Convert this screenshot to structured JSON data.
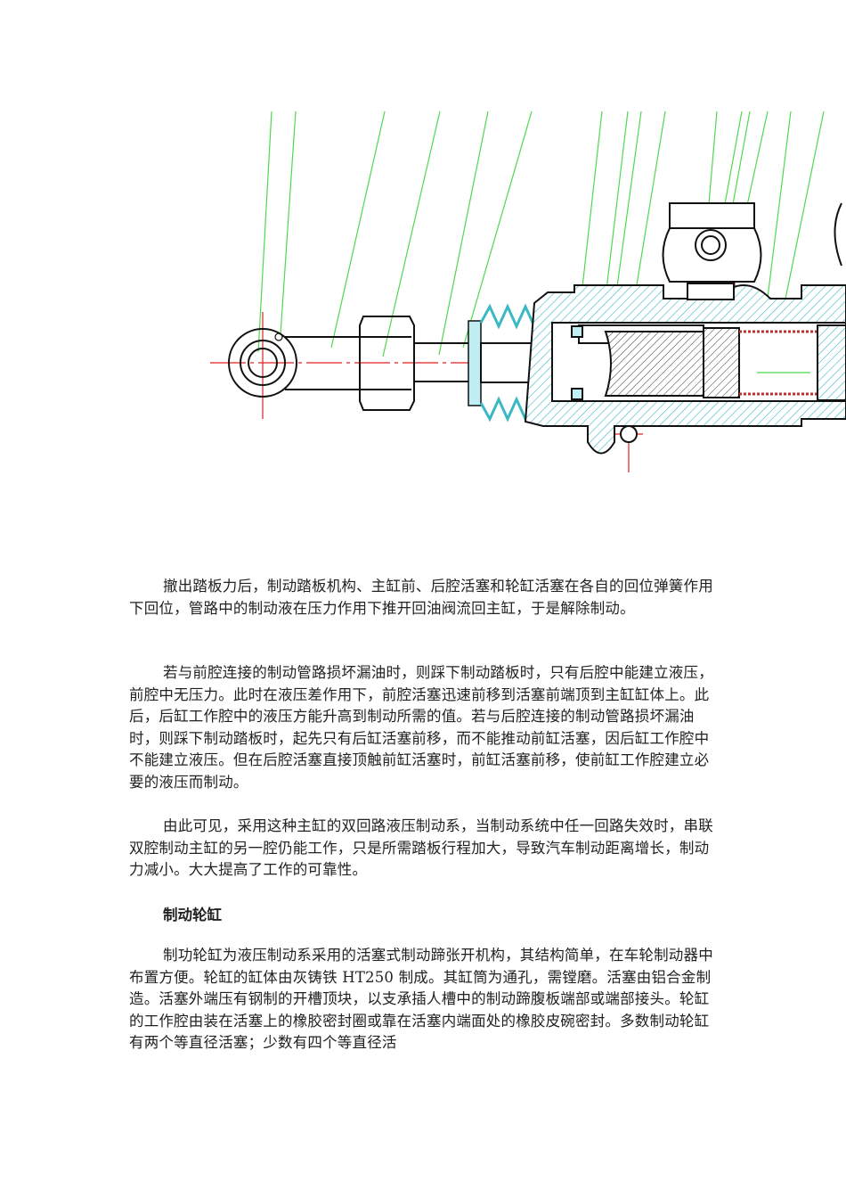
{
  "figure": {
    "colors": {
      "outline": "#111111",
      "section_fill": "#bfeff2",
      "hatch": "#3ab8c4",
      "leader": "#4fd84f",
      "centerline": "#e02020"
    }
  },
  "paragraphs": [
    "撤出踏板力后，制动踏板机构、主缸前、后腔活塞和轮缸活塞在各自的回位弹簧作用下回位，管路中的制动液在压力作用下推开回油阀流回主缸，于是解除制动。",
    "若与前腔连接的制动管路损坏漏油时，则踩下制动踏板时，只有后腔中能建立液压，前腔中无压力。此时在液压差作用下，前腔活塞迅速前移到活塞前端顶到主缸缸体上。此后，后缸工作腔中的液压方能升高到制动所需的值。若与后腔连接的制动管路损坏漏油时，则踩下制动踏板时，起先只有后缸活塞前移，而不能推动前缸活塞，因后缸工作腔中不能建立液压。但在后腔活塞直接顶触前缸活塞时，前缸活塞前移，使前缸工作腔建立必要的液压而制动。",
    "由此可见，采用这种主缸的双回路液压制动系，当制动系统中任一回路失效时，串联双腔制动主缸的另一腔仍能工作，只是所需踏板行程加大，导致汽车制动距离增长，制动力减小。大大提高了工作的可靠性。"
  ],
  "section_heading": "制动轮缸",
  "section_paragraph": "制功轮缸为液压制动系采用的活塞式制动蹄张开机构，其结构简单，在车轮制动器中布置方便。轮缸的缸体由灰铸铁 HT250 制成。其缸筒为通孔，需镗磨。活塞由铝合金制造。活塞外端压有钢制的开槽顶块，以支承插人槽中的制动蹄腹板端部或端部接头。轮缸的工作腔由装在活塞上的橡胶密封圈或靠在活塞内端面处的橡胶皮碗密封。多数制动轮缸有两个等直径活塞；少数有四个等直径活"
}
